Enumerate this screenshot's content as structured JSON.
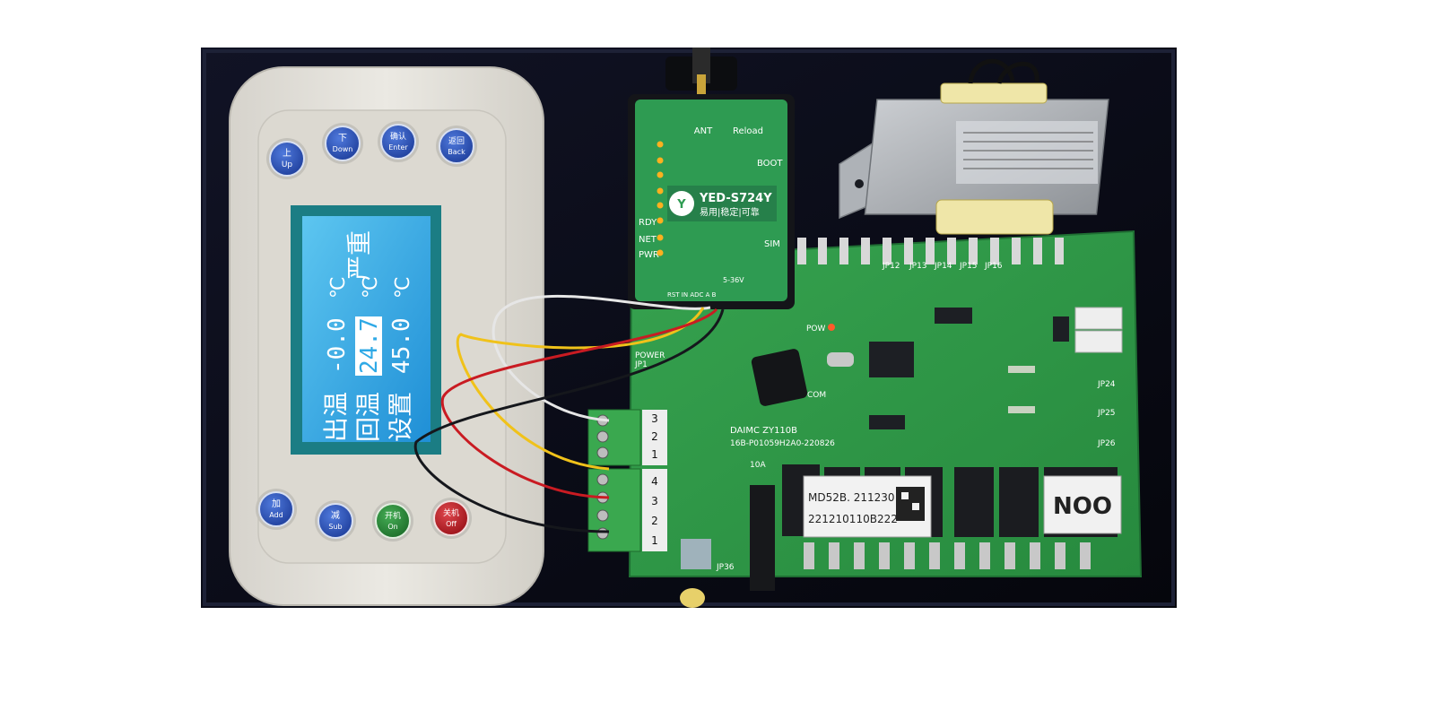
{
  "controller": {
    "buttons": {
      "up": {
        "cn": "上",
        "en": "Up"
      },
      "down": {
        "cn": "下",
        "en": "Down"
      },
      "enter": {
        "cn": "确认",
        "en": "Enter"
      },
      "back": {
        "cn": "返回",
        "en": "Back"
      },
      "add": {
        "cn": "加",
        "en": "Add"
      },
      "sub": {
        "cn": "减",
        "en": "Sub"
      },
      "on": {
        "cn": "开机",
        "en": "On"
      },
      "off": {
        "cn": "关机",
        "en": "Off"
      }
    },
    "lcd": {
      "row1_label": "出温",
      "row1_value": "-0.0",
      "row1_unit": "℃",
      "row2_label": "回温",
      "row2_value": "24.7",
      "row2_unit": "℃",
      "row3_label": "设置",
      "row3_value": "45.0",
      "row3_unit": "℃",
      "status": "严重"
    }
  },
  "modem": {
    "model": "YED-S724Y",
    "slogan": "易用|稳定|可靠",
    "ant_label": "ANT",
    "reload_label": "Reload",
    "boot_label": "BOOT",
    "rdy_label": "RDY",
    "net_label": "NET",
    "pwr_label": "PWR",
    "sim_label": "SIM",
    "terminal_labels": "RST IN ADC A B",
    "voltage_label": "5-36V"
  },
  "board": {
    "model": "DAIMC ZY110B",
    "part": "16B-P01059H2A0-220826",
    "pow_label": "POW",
    "power_label": "POWER",
    "jp1_label": "JP1",
    "com_label": "COM",
    "jp36_label": "JP36",
    "relay_current": "10A",
    "sticker_line1": "MD52B. 211230",
    "sticker_line2": "221210110B222",
    "sticker_noo": "NOO",
    "jp_labels": [
      "JP12",
      "JP13",
      "JP14",
      "JP15",
      "JP16",
      "JP24",
      "JP25",
      "JP26"
    ],
    "terminal_numbers_top": [
      "3",
      "2",
      "1"
    ],
    "terminal_numbers_bottom": [
      "4",
      "3",
      "2",
      "1"
    ]
  },
  "colors": {
    "frame": "#0b0d1a",
    "controller_body": "#e6e3dc",
    "lcd_screen": "#2fa9e6",
    "pcb": "#2f9a4a",
    "modem": "#2e9b52",
    "button_blue": "#2a4fb8",
    "button_green": "#2c8a3a",
    "button_red": "#c2222a"
  }
}
